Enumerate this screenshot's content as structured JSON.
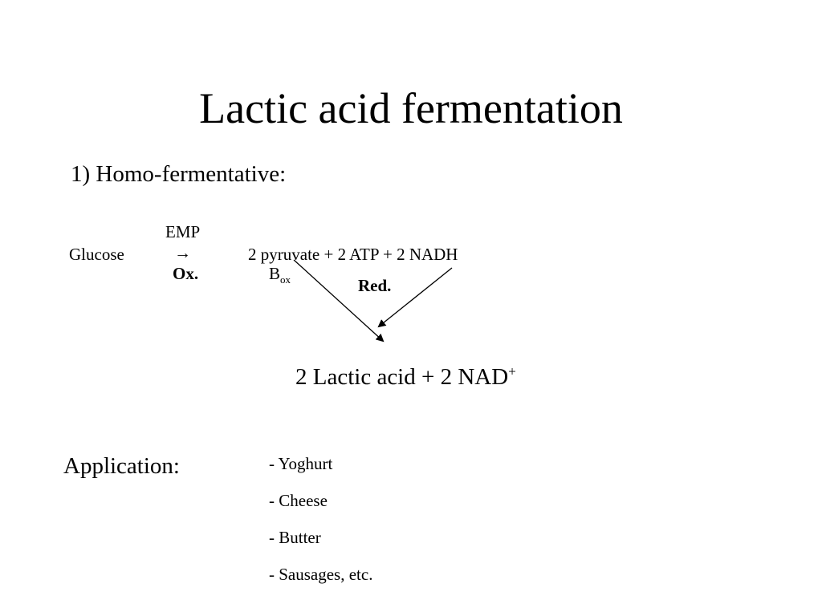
{
  "slide": {
    "title": "Lactic acid fermentation",
    "subtitle": "1) Homo-fermentative:"
  },
  "reaction": {
    "substrate": "Glucose",
    "pathway_label": "EMP",
    "arrow_glyph": "→",
    "products": "2 pyruvate + 2 ATP + 2 NADH",
    "oxidation_label": "Ox.",
    "b_label": "B",
    "b_subscript": "ox",
    "reduction_label": "Red.",
    "result_text": "2 Lactic acid + 2 NAD",
    "result_superscript": "+"
  },
  "application": {
    "label": "Application:",
    "items": [
      "- Yoghurt",
      "- Cheese",
      "- Butter",
      "- Sausages, etc."
    ]
  }
}
